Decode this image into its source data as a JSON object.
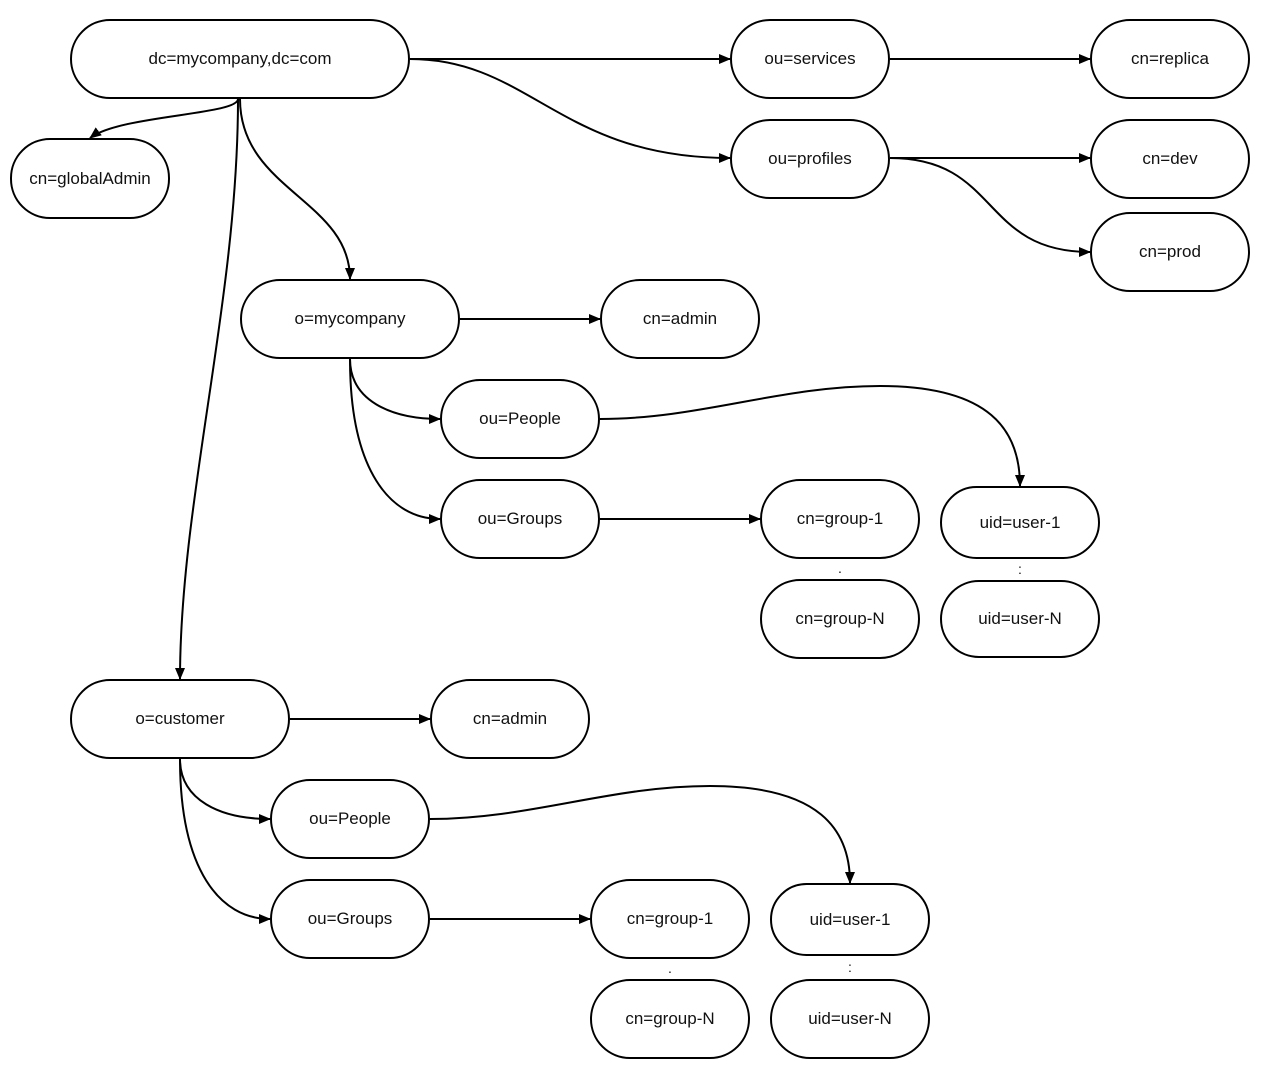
{
  "nodes": {
    "root": "dc=mycompany,dc=com",
    "global_admin": "cn=globalAdmin",
    "services": "ou=services",
    "replica": "cn=replica",
    "profiles": "ou=profiles",
    "dev": "cn=dev",
    "prod": "cn=prod",
    "mycompany": "o=mycompany",
    "mycompany_admin": "cn=admin",
    "mycompany_people": "ou=People",
    "mycompany_groups": "ou=Groups",
    "mycompany_group_1": "cn=group-1",
    "mycompany_group_n": "cn=group-N",
    "mycompany_user_1": "uid=user-1",
    "mycompany_user_n": "uid=user-N",
    "customer": "o=customer",
    "customer_admin": "cn=admin",
    "customer_people": "ou=People",
    "customer_groups": "ou=Groups",
    "customer_group_1": "cn=group-1",
    "customer_group_n": "cn=group-N",
    "customer_user_1": "uid=user-1",
    "customer_user_n": "uid=user-N"
  },
  "separators": {
    "mycompany_groups": ".",
    "mycompany_users": ":",
    "customer_groups": ".",
    "customer_users": ":"
  },
  "edges": [
    {
      "from": "dc=mycompany,dc=com",
      "to": "cn=globalAdmin"
    },
    {
      "from": "dc=mycompany,dc=com",
      "to": "ou=services"
    },
    {
      "from": "dc=mycompany,dc=com",
      "to": "ou=profiles"
    },
    {
      "from": "dc=mycompany,dc=com",
      "to": "o=mycompany"
    },
    {
      "from": "dc=mycompany,dc=com",
      "to": "o=customer"
    },
    {
      "from": "ou=services",
      "to": "cn=replica"
    },
    {
      "from": "ou=profiles",
      "to": "cn=dev"
    },
    {
      "from": "ou=profiles",
      "to": "cn=prod"
    },
    {
      "from": "o=mycompany",
      "to": "cn=admin"
    },
    {
      "from": "o=mycompany",
      "to": "ou=People"
    },
    {
      "from": "o=mycompany",
      "to": "ou=Groups"
    },
    {
      "from": "ou=People",
      "to": "uid=user-1"
    },
    {
      "from": "ou=Groups",
      "to": "cn=group-1"
    },
    {
      "from": "o=customer",
      "to": "cn=admin"
    },
    {
      "from": "o=customer",
      "to": "ou=People"
    },
    {
      "from": "o=customer",
      "to": "ou=Groups"
    },
    {
      "from": "ou=People",
      "to": "uid=user-1"
    },
    {
      "from": "ou=Groups",
      "to": "cn=group-1"
    }
  ]
}
